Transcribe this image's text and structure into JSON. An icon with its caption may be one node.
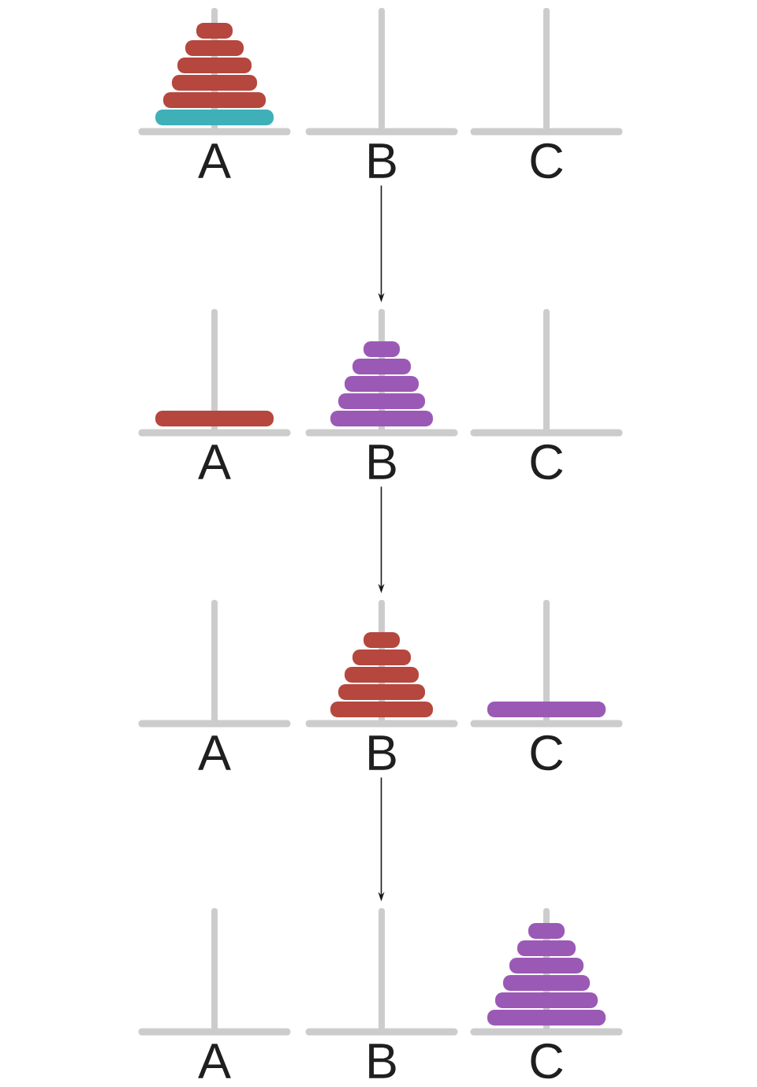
{
  "diagram": {
    "nodes": [
      {
        "text": [],
        "shape": "picture",
        "beside": [
          "A",
          "B",
          "C"
        ]
      },
      {
        "text": [],
        "shape": "picture",
        "beside": [
          "A",
          "B",
          "C"
        ]
      },
      {
        "text": [],
        "shape": "picture",
        "beside": [
          "A",
          "B",
          "C"
        ]
      },
      {
        "text": [],
        "shape": "picture",
        "beside": [
          "A",
          "B",
          "C"
        ]
      }
    ],
    "edges": [
      {
        "from": 0,
        "to": 1,
        "arrow": "to"
      },
      {
        "from": 1,
        "to": 2,
        "arrow": "to"
      },
      {
        "from": 2,
        "to": 3,
        "arrow": "to"
      }
    ]
  }
}
